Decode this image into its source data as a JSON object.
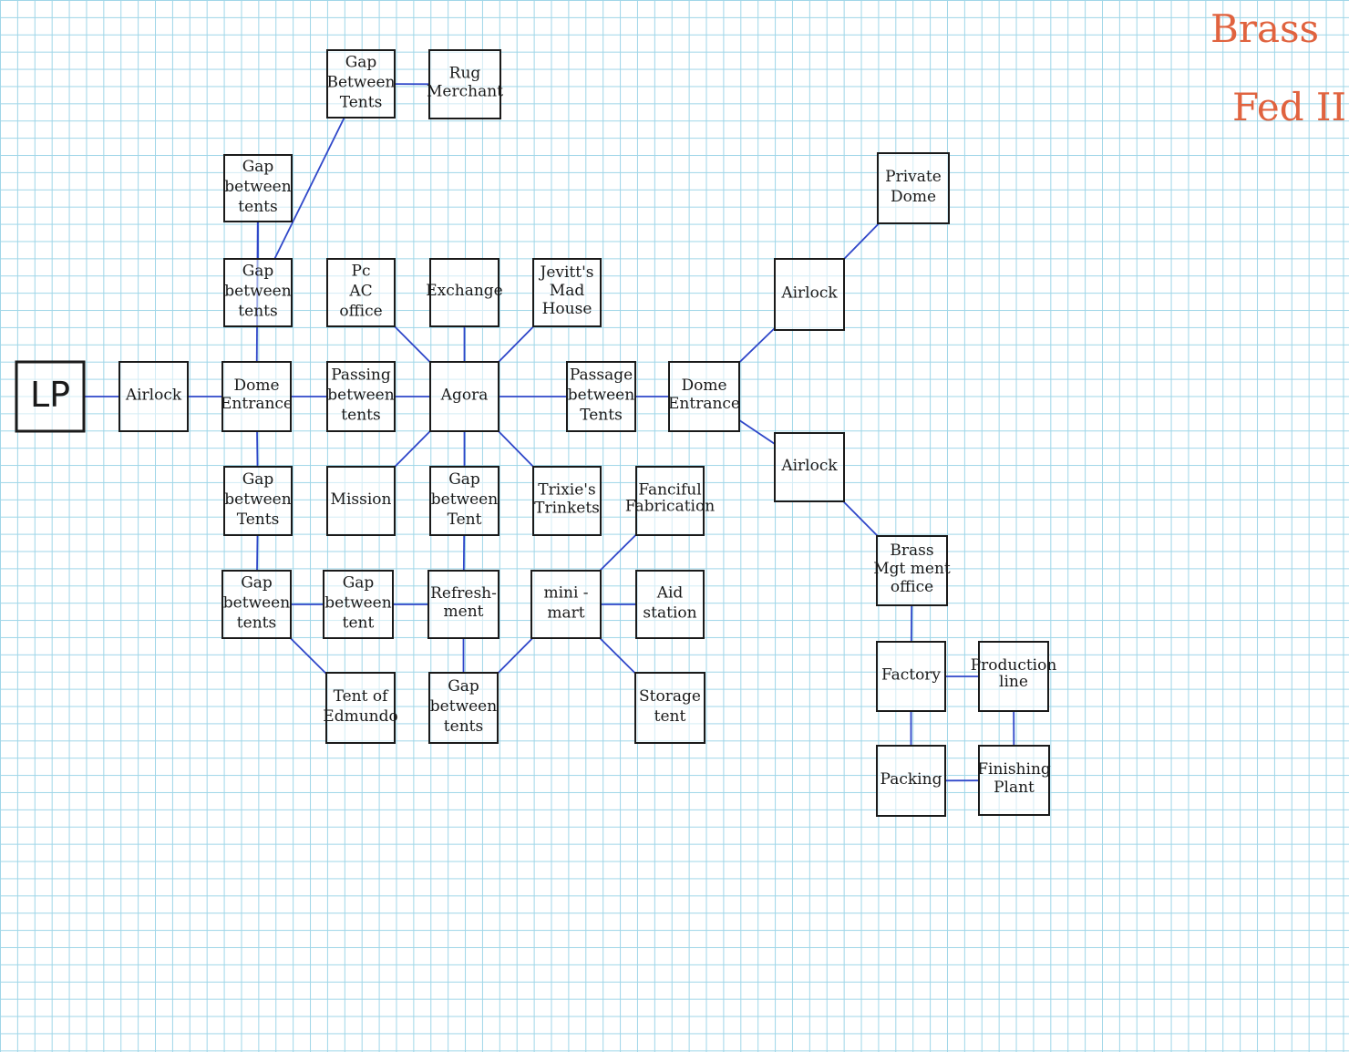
{
  "header": {
    "title": "Brass",
    "subtitle": "Fed II"
  },
  "colors": {
    "edge": "#2f47c9",
    "box_stroke": "#1a1a1a",
    "header": "#e0633f",
    "grid": "#9fd6e8"
  },
  "nodes": [
    {
      "id": "lp",
      "lines": [
        "LP"
      ]
    },
    {
      "id": "airlock-west",
      "lines": [
        "Airlock"
      ]
    },
    {
      "id": "dome-entrance-west",
      "lines": [
        "Dome",
        "Entrance"
      ]
    },
    {
      "id": "gap-between-tents-n1",
      "lines": [
        "Gap",
        "between",
        "tents"
      ]
    },
    {
      "id": "gap-between-tents-n2",
      "lines": [
        "Gap",
        "between",
        "tents"
      ]
    },
    {
      "id": "gap-between-tents-n3",
      "lines": [
        "Gap",
        "Between",
        "Tents"
      ]
    },
    {
      "id": "rug-merchant",
      "lines": [
        "Rug",
        "Merchant"
      ]
    },
    {
      "id": "ac-office",
      "lines": [
        "Pc",
        "AC",
        "office"
      ]
    },
    {
      "id": "exchange",
      "lines": [
        "Exchange"
      ]
    },
    {
      "id": "jevitts-mad-house",
      "lines": [
        "Jevitt's",
        "Mad",
        "House"
      ]
    },
    {
      "id": "passing-between-tents",
      "lines": [
        "Passing",
        "between",
        "tents"
      ]
    },
    {
      "id": "agora",
      "lines": [
        "Agora"
      ]
    },
    {
      "id": "passage-between-tents",
      "lines": [
        "Passage",
        "between",
        "Tents"
      ]
    },
    {
      "id": "dome-entrance-east",
      "lines": [
        "Dome",
        "Entrance"
      ]
    },
    {
      "id": "airlock-ne",
      "lines": [
        "Airlock"
      ]
    },
    {
      "id": "private-dome",
      "lines": [
        "Private",
        "Dome"
      ]
    },
    {
      "id": "airlock-se",
      "lines": [
        "Airlock"
      ]
    },
    {
      "id": "brass-mgt-office",
      "lines": [
        "Brass",
        "Mgt ment",
        "office"
      ]
    },
    {
      "id": "factory",
      "lines": [
        "Factory"
      ]
    },
    {
      "id": "production-line",
      "lines": [
        "Production",
        "line"
      ]
    },
    {
      "id": "packing",
      "lines": [
        "Packing"
      ]
    },
    {
      "id": "finishing-plant",
      "lines": [
        "Finishing",
        "Plant"
      ]
    },
    {
      "id": "gap-between-tents-s1",
      "lines": [
        "Gap",
        "between",
        "Tents"
      ]
    },
    {
      "id": "mission",
      "lines": [
        "Mission"
      ]
    },
    {
      "id": "gap-between-tent",
      "lines": [
        "Gap",
        "between",
        "Tent"
      ]
    },
    {
      "id": "trixies-trinkets",
      "lines": [
        "Trixie's",
        "Trinkets"
      ]
    },
    {
      "id": "fanciful-fabrication",
      "lines": [
        "Fanciful",
        "Fabrication"
      ]
    },
    {
      "id": "gap-between-tents-s2",
      "lines": [
        "Gap",
        "between",
        "tents"
      ]
    },
    {
      "id": "gap-between-tent-s3",
      "lines": [
        "Gap",
        "between",
        "tent"
      ]
    },
    {
      "id": "refreshment",
      "lines": [
        "Refresh-",
        "ment"
      ]
    },
    {
      "id": "mini-mart",
      "lines": [
        "mini -",
        "mart"
      ]
    },
    {
      "id": "aid-station",
      "lines": [
        "Aid",
        "station"
      ]
    },
    {
      "id": "tent-of-edmundo",
      "lines": [
        "Tent of",
        "Edmundo"
      ]
    },
    {
      "id": "gap-between-tents-s4",
      "lines": [
        "Gap",
        "between",
        "tents"
      ]
    },
    {
      "id": "storage-tent",
      "lines": [
        "Storage",
        "tent"
      ]
    }
  ],
  "edges": [
    [
      "lp",
      "airlock-west"
    ],
    [
      "airlock-west",
      "dome-entrance-west"
    ],
    [
      "dome-entrance-west",
      "passing-between-tents"
    ],
    [
      "passing-between-tents",
      "agora"
    ],
    [
      "agora",
      "passage-between-tents"
    ],
    [
      "passage-between-tents",
      "dome-entrance-east"
    ],
    [
      "dome-entrance-east",
      "airlock-ne"
    ],
    [
      "airlock-ne",
      "private-dome"
    ],
    [
      "dome-entrance-east",
      "airlock-se"
    ],
    [
      "airlock-se",
      "brass-mgt-office"
    ],
    [
      "brass-mgt-office",
      "factory"
    ],
    [
      "factory",
      "production-line"
    ],
    [
      "production-line",
      "finishing-plant"
    ],
    [
      "factory",
      "packing"
    ],
    [
      "packing",
      "finishing-plant"
    ],
    [
      "dome-entrance-west",
      "gap-between-tents-n1"
    ],
    [
      "gap-between-tents-n1",
      "gap-between-tents-n2"
    ],
    [
      "gap-between-tents-n2",
      "gap-between-tents-n3"
    ],
    [
      "gap-between-tents-n3",
      "rug-merchant"
    ],
    [
      "agora",
      "ac-office"
    ],
    [
      "agora",
      "exchange"
    ],
    [
      "agora",
      "jevitts-mad-house"
    ],
    [
      "agora",
      "mission"
    ],
    [
      "agora",
      "gap-between-tent"
    ],
    [
      "agora",
      "trixies-trinkets"
    ],
    [
      "dome-entrance-west",
      "gap-between-tents-s1"
    ],
    [
      "gap-between-tents-s1",
      "gap-between-tents-s2"
    ],
    [
      "gap-between-tents-s2",
      "gap-between-tent-s3"
    ],
    [
      "gap-between-tent-s3",
      "refreshment"
    ],
    [
      "gap-between-tents-s2",
      "tent-of-edmundo"
    ],
    [
      "gap-between-tent",
      "refreshment"
    ],
    [
      "refreshment",
      "gap-between-tents-s4"
    ],
    [
      "gap-between-tents-s4",
      "mini-mart"
    ],
    [
      "mini-mart",
      "fanciful-fabrication"
    ],
    [
      "mini-mart",
      "aid-station"
    ],
    [
      "mini-mart",
      "storage-tent"
    ]
  ]
}
